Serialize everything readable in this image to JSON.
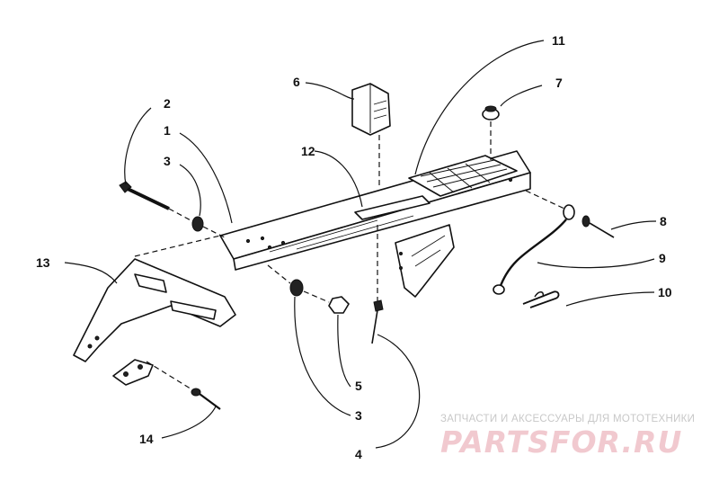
{
  "diagram": {
    "callouts": [
      "1",
      "2",
      "3",
      "3",
      "4",
      "5",
      "6",
      "7",
      "8",
      "9",
      "10",
      "11",
      "12",
      "13",
      "14"
    ]
  },
  "watermark": {
    "caption": "ЗАПЧАСТИ И АКСЕССУАРЫ ДЛЯ МОТОТЕХНИКИ",
    "logo": "PARTSFOR.RU"
  }
}
